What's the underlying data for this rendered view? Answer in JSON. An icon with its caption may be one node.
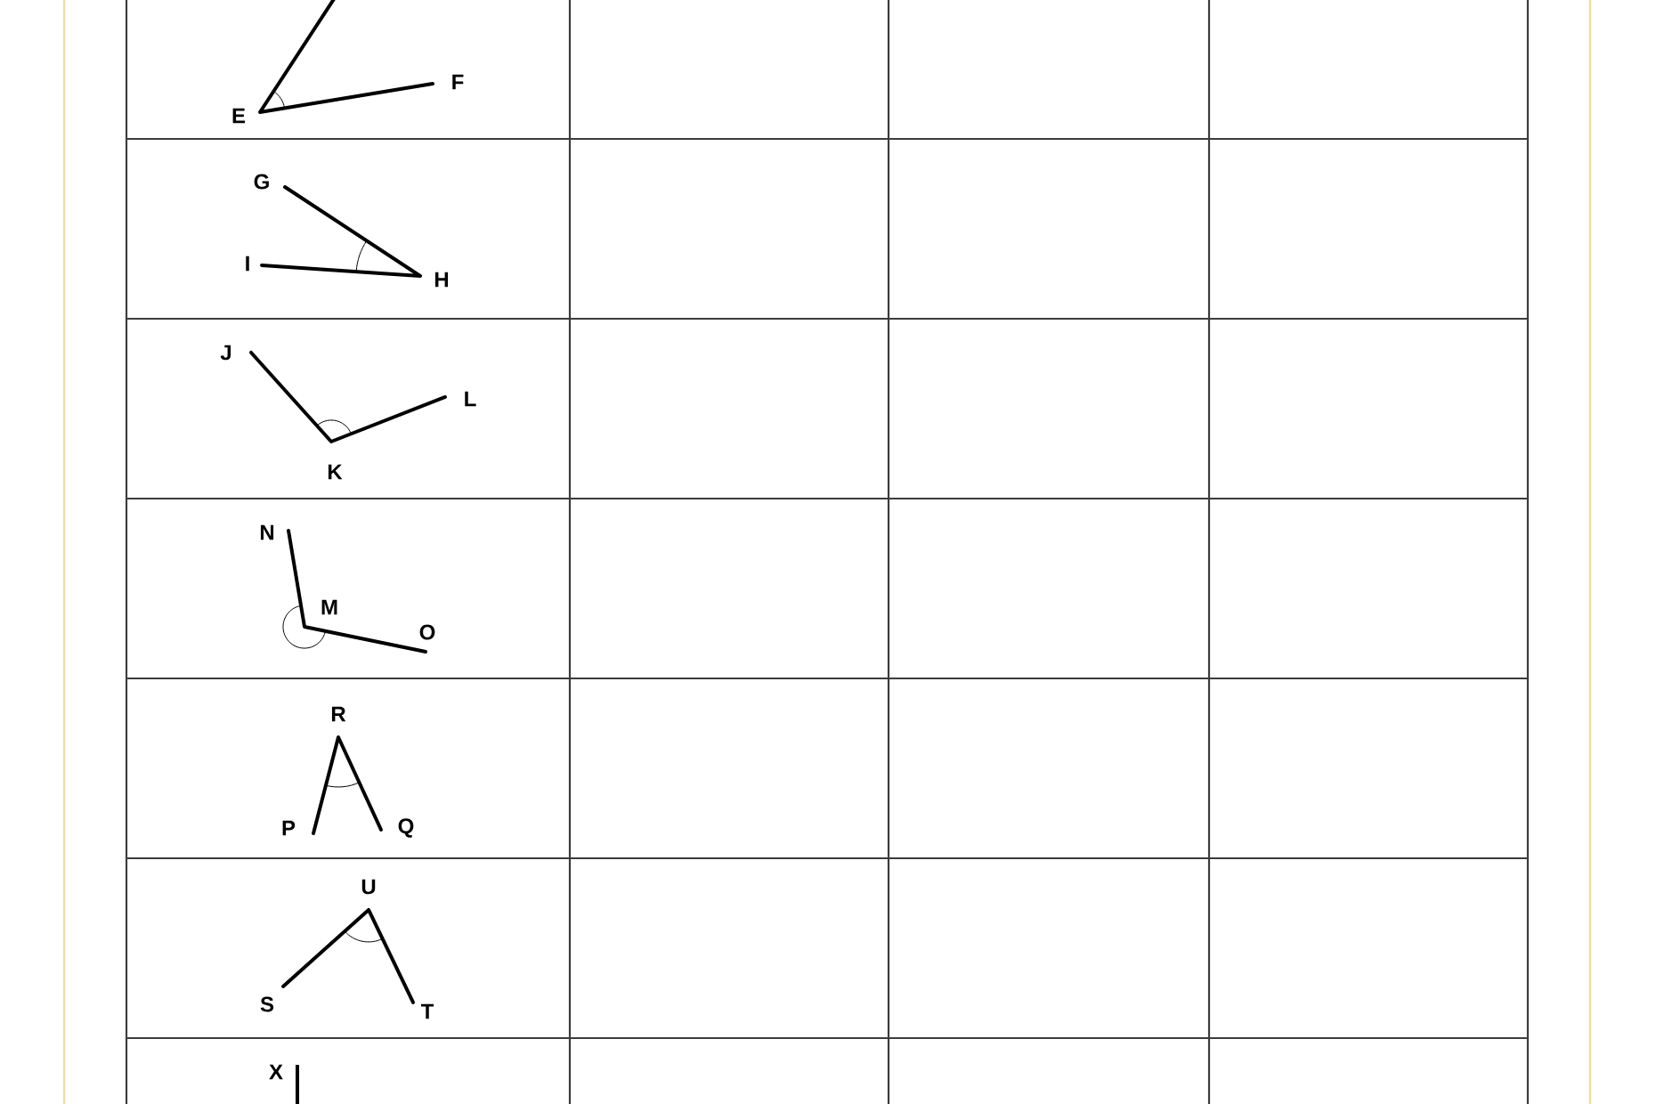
{
  "diagram": {
    "labels": [
      "E",
      "F",
      "G",
      "I",
      "H",
      "J",
      "L",
      "K",
      "N",
      "M",
      "O",
      "R",
      "P",
      "Q",
      "U",
      "S",
      "T",
      "X"
    ]
  }
}
